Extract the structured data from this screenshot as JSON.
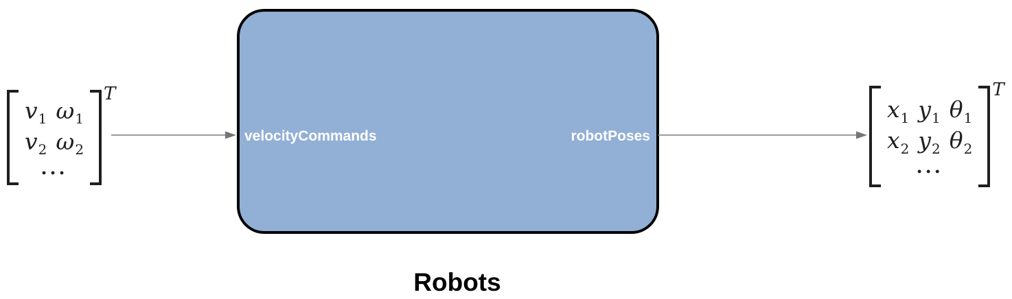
{
  "figure": {
    "block_name": "Robots",
    "block": {
      "input_port_label": "velocityCommands",
      "output_port_label": "robotPoses",
      "fill_color": "#92AFD6",
      "border_color": "#000000",
      "label_color": "#FFFFFF"
    },
    "arrow_line_color": "#9B9B9B",
    "arrow_head_color": "#757575",
    "input_matrix": {
      "transpose": "T",
      "ellipsis": "...",
      "rows": [
        {
          "cells": [
            {
              "base": "v",
              "sub": "1"
            },
            {
              "base": "ω",
              "sub": "1"
            }
          ]
        },
        {
          "cells": [
            {
              "base": "v",
              "sub": "2"
            },
            {
              "base": "ω",
              "sub": "2"
            }
          ]
        }
      ]
    },
    "output_matrix": {
      "transpose": "T",
      "ellipsis": "...",
      "rows": [
        {
          "cells": [
            {
              "base": "x",
              "sub": "1"
            },
            {
              "base": "y",
              "sub": "1"
            },
            {
              "base": "θ",
              "sub": "1"
            }
          ]
        },
        {
          "cells": [
            {
              "base": "x",
              "sub": "2"
            },
            {
              "base": "y",
              "sub": "2"
            },
            {
              "base": "θ",
              "sub": "2"
            }
          ]
        }
      ]
    }
  }
}
